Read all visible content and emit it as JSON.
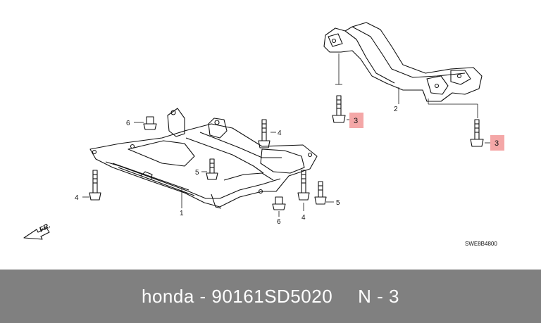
{
  "diagram": {
    "callouts": {
      "c1": "1",
      "c2": "2",
      "c3a": "3",
      "c3b": "3",
      "c4a": "4",
      "c4b": "4",
      "c4c": "4",
      "c5a": "5",
      "c5b": "5",
      "c6a": "6",
      "c6b": "6"
    },
    "direction_label": "FR.",
    "drawing_code": "SWE8B4800",
    "highlight_color": "#f4a7a7"
  },
  "footer": {
    "part_info": "honda - 90161SD5020",
    "ref_info": "N - 3"
  }
}
